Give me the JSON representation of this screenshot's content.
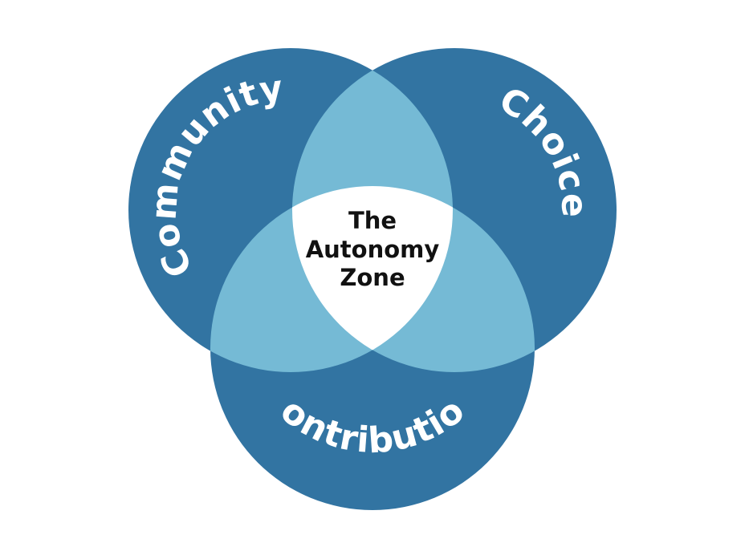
{
  "diagram": {
    "type": "venn",
    "sets": [
      {
        "id": "community",
        "label": "Community"
      },
      {
        "id": "choice",
        "label": "Choice"
      },
      {
        "id": "contribution",
        "label": "Contribution"
      }
    ],
    "center": {
      "line1": "The",
      "line2": "Autonomy",
      "line3": "Zone"
    },
    "colors": {
      "circle": "#3274a2",
      "pairwise_overlap": "#75bad5",
      "center": "#ffffff",
      "label": "#ffffff",
      "center_text": "#111111"
    }
  }
}
